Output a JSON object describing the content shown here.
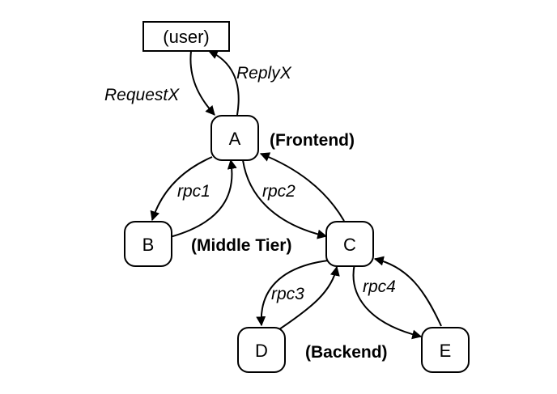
{
  "diagram": {
    "nodes": {
      "user": "(user)",
      "a": "A",
      "b": "B",
      "c": "C",
      "d": "D",
      "e": "E"
    },
    "edges": {
      "request": "RequestX",
      "reply": "ReplyX",
      "rpc1": "rpc1",
      "rpc2": "rpc2",
      "rpc3": "rpc3",
      "rpc4": "rpc4"
    },
    "tiers": {
      "frontend": "(Frontend)",
      "middle": "(Middle Tier)",
      "backend": "(Backend)"
    }
  }
}
